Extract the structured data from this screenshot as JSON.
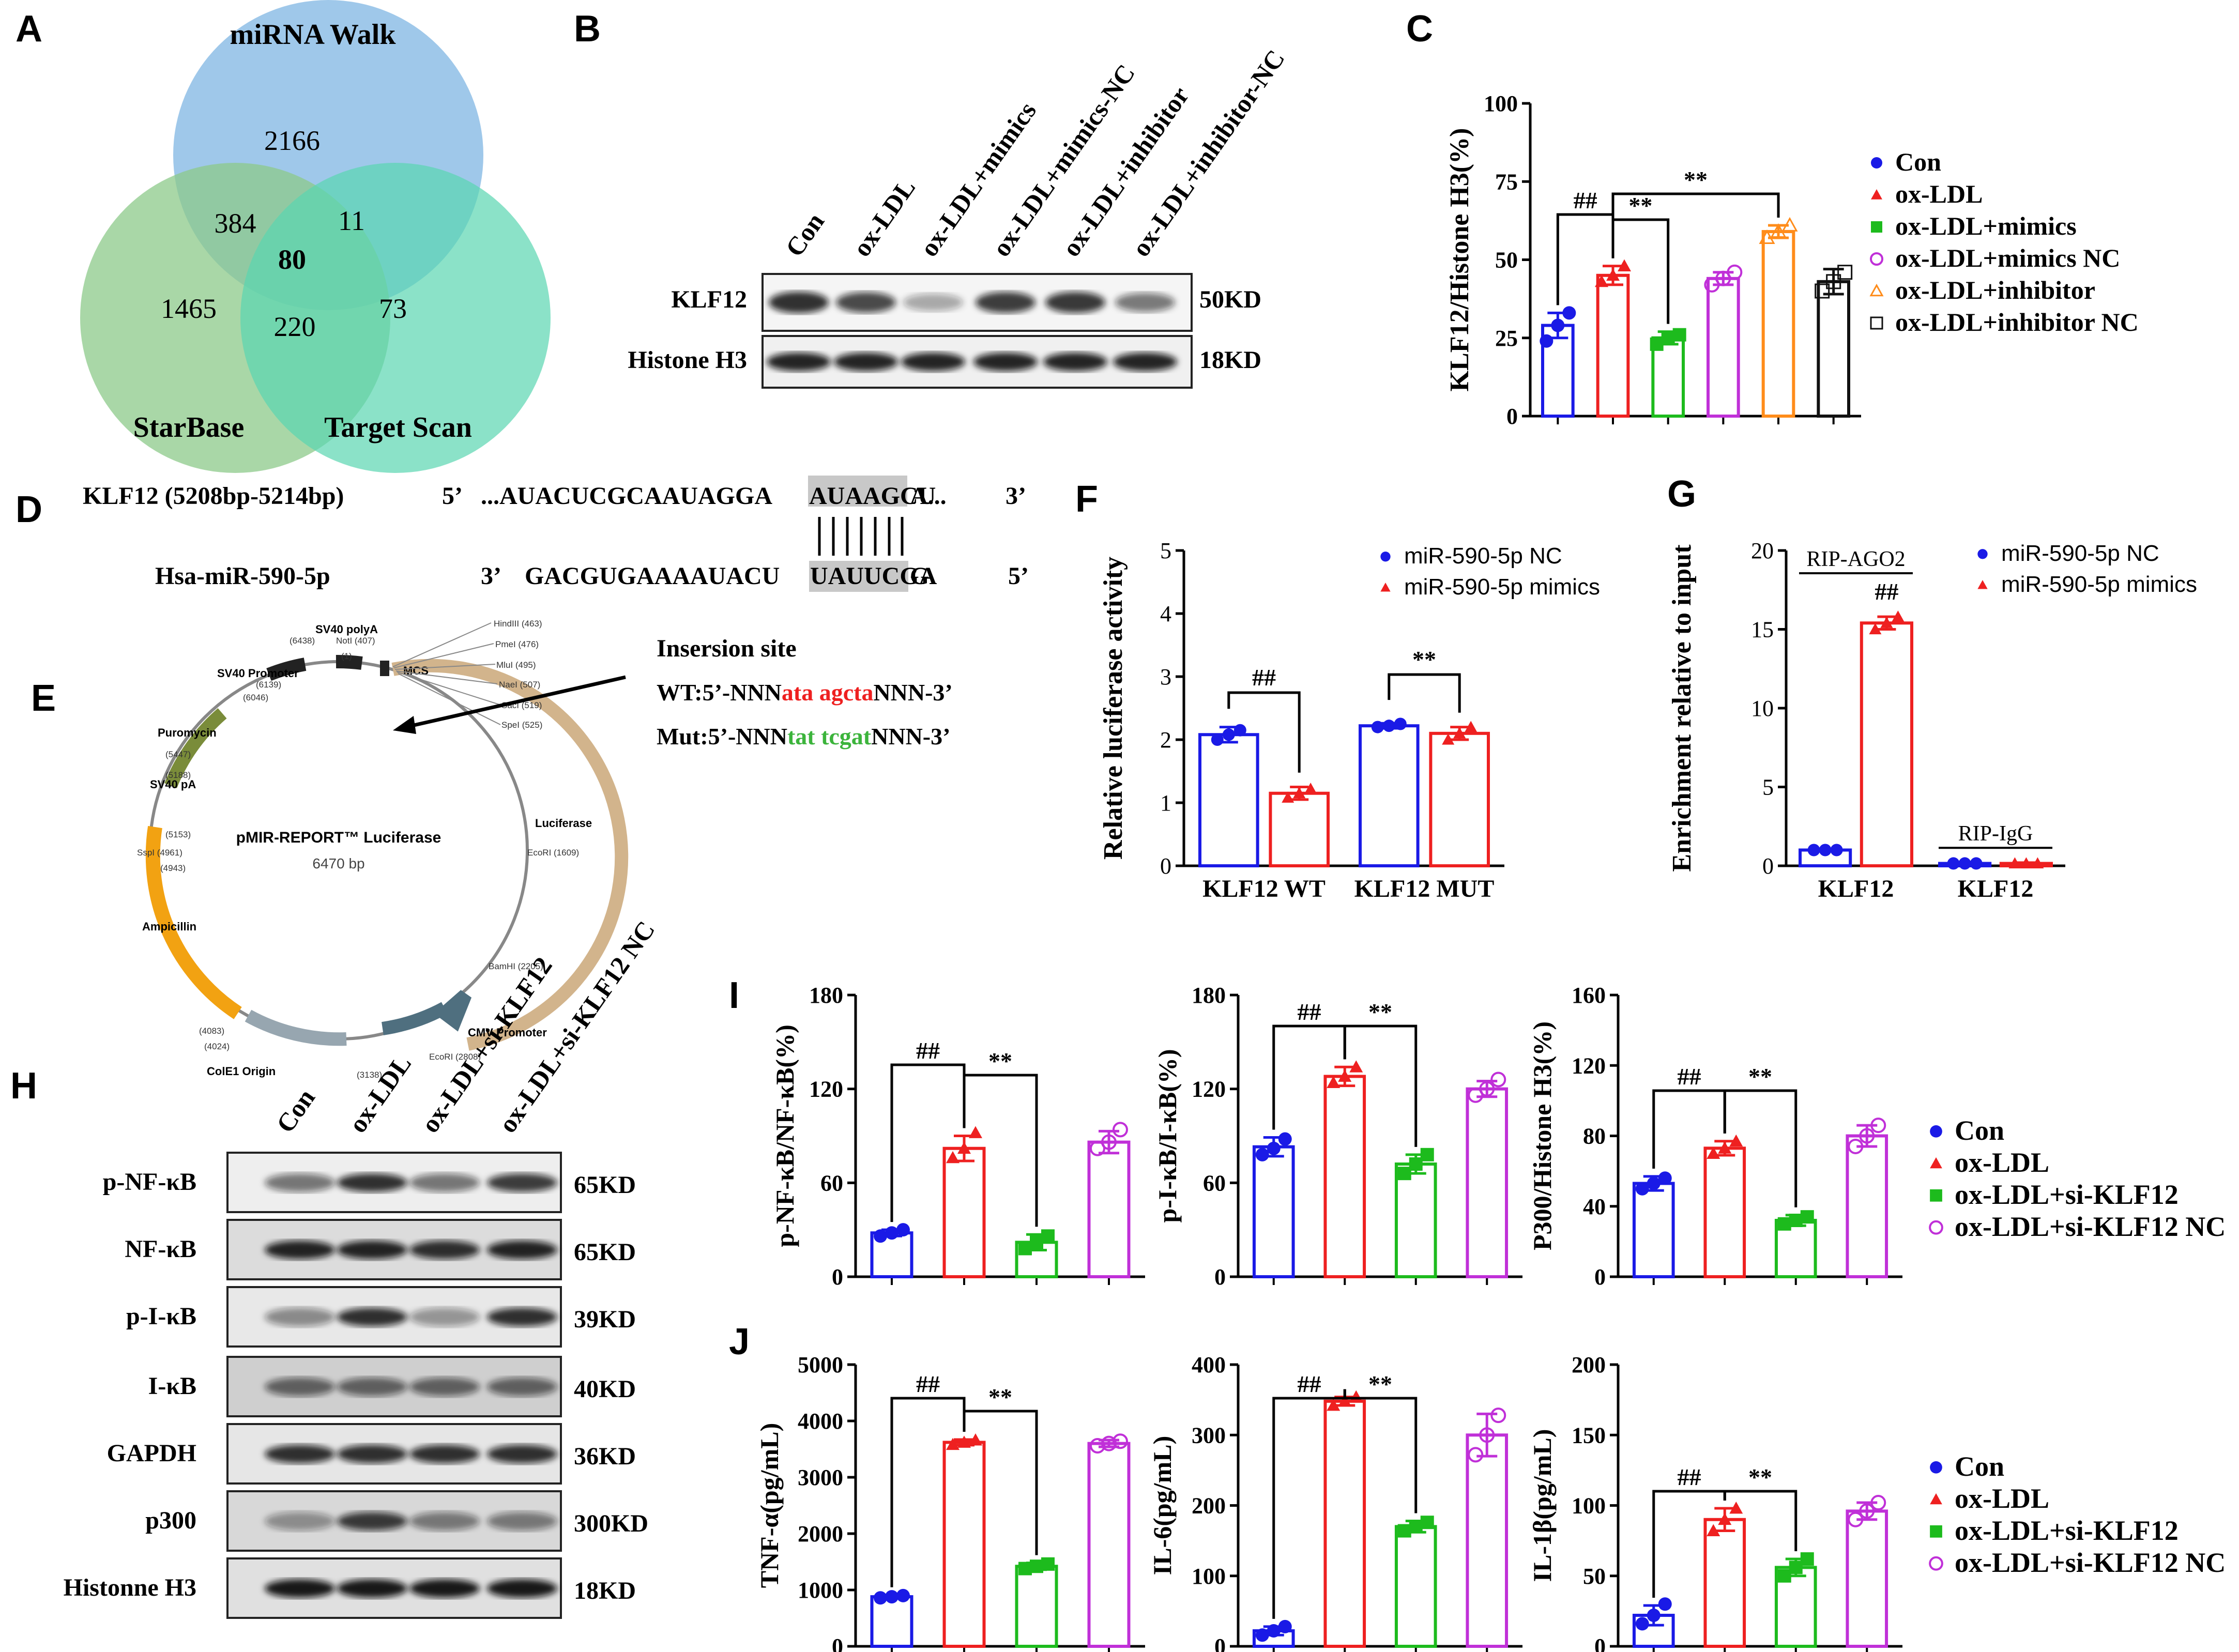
{
  "panels": {
    "A": "A",
    "B": "B",
    "C": "C",
    "D": "D",
    "E": "E",
    "F": "F",
    "G": "G",
    "H": "H",
    "I": "I",
    "J": "J"
  },
  "colors": {
    "con": "#1a1ae6",
    "oxldl": "#ee2020",
    "mimics": "#1dbb1d",
    "mimicsnc": "#c030d8",
    "inhibitor": "#ff8c1a",
    "inhibitornc": "#111111",
    "venn_blue": "#7fb6e3",
    "venn_green": "#8cc98a",
    "venn_teal": "#5ad6b0",
    "ampicillin": "#f2a212",
    "luciferase": "#d2b48c",
    "puromycin": "#7a8c3a",
    "cmv": "#4f6f7f",
    "colE1": "#97a6b0"
  },
  "venn": {
    "labels": {
      "a": "miRNA Walk",
      "b": "StarBase",
      "c": "Target Scan"
    },
    "counts": {
      "a_only": "2166",
      "b_only": "1465",
      "c_only": "73",
      "ab": "384",
      "ac": "11",
      "bc": "220",
      "abc": "80"
    }
  },
  "blotB": {
    "lanes": [
      "Con",
      "ox-LDL",
      "ox-LDL+mimics",
      "ox-LDL+mimics-NC",
      "ox-LDL+inhibitor",
      "ox-LDL+inhibitor-NC"
    ],
    "rows": [
      {
        "label": "KLF12",
        "size": "50KD"
      },
      {
        "label": "Histone H3",
        "size": "18KD"
      }
    ],
    "klf12_intensity": [
      0.85,
      0.75,
      0.35,
      0.8,
      0.82,
      0.55
    ]
  },
  "chart_data": [
    {
      "id": "C",
      "type": "bar",
      "ylabel": "KLF12/Histone H3(%)",
      "ylim": [
        0,
        100
      ],
      "yticks": [
        0,
        25,
        50,
        75,
        100
      ],
      "categories": [
        "Con",
        "ox-LDL",
        "ox-LDL+mimics",
        "ox-LDL+mimics NC",
        "ox-LDL+inhibitor",
        "ox-LDL+inhibitor NC"
      ],
      "values": [
        29,
        45,
        25,
        44,
        59,
        43
      ],
      "errors": [
        4,
        3,
        2,
        2,
        2,
        4
      ],
      "points": [
        [
          24,
          29,
          33
        ],
        [
          43,
          45,
          48
        ],
        [
          23,
          25,
          26
        ],
        [
          42,
          44,
          46
        ],
        [
          57,
          59,
          61
        ],
        [
          40,
          43,
          46
        ]
      ],
      "annotations": [
        {
          "text": "##",
          "from": 0,
          "to": 1
        },
        {
          "text": "**",
          "from": 1,
          "to": 2
        },
        {
          "text": "**",
          "from": 1,
          "to": 4
        }
      ]
    },
    {
      "id": "F",
      "type": "bar",
      "ylabel": "Relative luciferase activity",
      "ylim": [
        0,
        5
      ],
      "yticks": [
        0,
        1,
        2,
        3,
        4,
        5
      ],
      "groups": [
        "KLF12 WT",
        "KLF12 MUT"
      ],
      "series": [
        {
          "name": "miR-590-5p NC",
          "values": [
            2.08,
            2.22
          ],
          "errors": [
            0.12,
            0.04
          ],
          "points": [
            [
              2.0,
              2.08,
              2.15
            ],
            [
              2.2,
              2.22,
              2.25
            ]
          ]
        },
        {
          "name": "miR-590-5p mimics",
          "values": [
            1.15,
            2.1
          ],
          "errors": [
            0.1,
            0.1
          ],
          "points": [
            [
              1.08,
              1.15,
              1.22
            ],
            [
              2.0,
              2.1,
              2.2
            ]
          ]
        }
      ],
      "annotations": [
        {
          "text": "##",
          "group": 0
        },
        {
          "text": "**",
          "group": 1
        }
      ]
    },
    {
      "id": "G",
      "type": "bar",
      "ylabel": "Enrichment relative to input",
      "ylim": [
        0,
        20
      ],
      "yticks": [
        0,
        5,
        10,
        15,
        20
      ],
      "groups": [
        "KLF12",
        "KLF12"
      ],
      "group_titles": [
        "RIP-AGO2",
        "RIP-IgG"
      ],
      "series": [
        {
          "name": "miR-590-5p NC",
          "values": [
            1.0,
            0.15
          ],
          "points": [
            [
              1.0,
              1.0,
              1.0
            ],
            [
              0.15,
              0.15,
              0.15
            ]
          ]
        },
        {
          "name": "miR-590-5p mimics",
          "values": [
            15.4,
            0.15
          ],
          "errors": [
            0.4,
            0.05
          ],
          "points": [
            [
              15.0,
              15.4,
              15.8
            ],
            [
              0.15,
              0.15,
              0.15
            ]
          ]
        }
      ],
      "annotations": [
        {
          "text": "##",
          "group": 0
        }
      ]
    },
    {
      "id": "I1",
      "type": "bar",
      "ylabel": "p-NF-κB/NF-κB(%)",
      "ylim": [
        0,
        180
      ],
      "yticks": [
        0,
        60,
        120,
        180
      ],
      "categories": [
        "Con",
        "ox-LDL",
        "ox-LDL+si-KLF12",
        "ox-LDL+si-KLF12 NC"
      ],
      "values": [
        28,
        82,
        22,
        86
      ],
      "errors": [
        2,
        8,
        5,
        7
      ],
      "points": [
        [
          26,
          28,
          30
        ],
        [
          76,
          82,
          92
        ],
        [
          18,
          22,
          26
        ],
        [
          82,
          86,
          94
        ]
      ],
      "annotations": [
        {
          "text": "##",
          "from": 0,
          "to": 1
        },
        {
          "text": "**",
          "from": 1,
          "to": 2
        }
      ]
    },
    {
      "id": "I2",
      "type": "bar",
      "ylabel": "p-I-κB/I-κB(%)",
      "ylim": [
        0,
        180
      ],
      "yticks": [
        0,
        60,
        120,
        180
      ],
      "categories": [
        "Con",
        "ox-LDL",
        "ox-LDL+si-KLF12",
        "ox-LDL+si-KLF12 NC"
      ],
      "values": [
        83,
        128,
        72,
        120
      ],
      "errors": [
        6,
        6,
        6,
        5
      ],
      "points": [
        [
          78,
          82,
          88
        ],
        [
          124,
          128,
          134
        ],
        [
          66,
          72,
          78
        ],
        [
          116,
          120,
          126
        ]
      ],
      "annotations": [
        {
          "text": "##",
          "from": 0,
          "to": 1
        },
        {
          "text": "**",
          "from": 1,
          "to": 2
        }
      ]
    },
    {
      "id": "I3",
      "type": "bar",
      "ylabel": "P300/Histone H3(%)",
      "ylim": [
        0,
        160
      ],
      "yticks": [
        0,
        40,
        80,
        120,
        160
      ],
      "categories": [
        "Con",
        "ox-LDL",
        "ox-LDL+si-KLF12",
        "ox-LDL+si-KLF12 NC"
      ],
      "values": [
        53,
        73,
        32,
        80
      ],
      "errors": [
        4,
        4,
        3,
        6
      ],
      "points": [
        [
          50,
          53,
          56
        ],
        [
          70,
          73,
          77
        ],
        [
          30,
          32,
          34
        ],
        [
          74,
          80,
          86
        ]
      ],
      "annotations": [
        {
          "text": "##",
          "from": 0,
          "to": 1
        },
        {
          "text": "**",
          "from": 1,
          "to": 2
        }
      ]
    },
    {
      "id": "J1",
      "type": "bar",
      "ylabel": "TNF-α(pg/mL)",
      "ylim": [
        0,
        5000
      ],
      "yticks": [
        0,
        1000,
        2000,
        3000,
        4000,
        5000
      ],
      "categories": [
        "Con",
        "ox-LDL",
        "ox-LDL+si-KLF12",
        "ox-LDL+si-KLF12 NC"
      ],
      "values": [
        880,
        3620,
        1420,
        3600
      ],
      "errors": [
        30,
        50,
        60,
        60
      ],
      "points": [
        [
          860,
          880,
          900
        ],
        [
          3580,
          3620,
          3660
        ],
        [
          1380,
          1420,
          1460
        ],
        [
          3560,
          3600,
          3640
        ]
      ],
      "annotations": [
        {
          "text": "##",
          "from": 0,
          "to": 1
        },
        {
          "text": "**",
          "from": 1,
          "to": 2
        }
      ]
    },
    {
      "id": "J2",
      "type": "bar",
      "ylabel": "IL-6(pg/mL)",
      "ylim": [
        0,
        400
      ],
      "yticks": [
        0,
        100,
        200,
        300,
        400
      ],
      "categories": [
        "Con",
        "ox-LDL",
        "ox-LDL+si-KLF12",
        "ox-LDL+si-KLF12 NC"
      ],
      "values": [
        22,
        348,
        170,
        300
      ],
      "errors": [
        6,
        6,
        8,
        30
      ],
      "points": [
        [
          16,
          22,
          28
        ],
        [
          342,
          348,
          354
        ],
        [
          164,
          170,
          176
        ],
        [
          272,
          300,
          328
        ]
      ],
      "annotations": [
        {
          "text": "##",
          "from": 0,
          "to": 1
        },
        {
          "text": "**",
          "from": 1,
          "to": 2
        }
      ]
    },
    {
      "id": "J3",
      "type": "bar",
      "ylabel": "IL-1β(pg/mL)",
      "ylim": [
        0,
        200
      ],
      "yticks": [
        0,
        50,
        100,
        150,
        200
      ],
      "categories": [
        "Con",
        "ox-LDL",
        "ox-LDL+si-KLF12",
        "ox-LDL+si-KLF12 NC"
      ],
      "values": [
        22,
        90,
        56,
        96
      ],
      "errors": [
        7,
        8,
        6,
        6
      ],
      "points": [
        [
          16,
          22,
          30
        ],
        [
          82,
          90,
          98
        ],
        [
          50,
          56,
          62
        ],
        [
          90,
          96,
          102
        ]
      ],
      "annotations": [
        {
          "text": "##",
          "from": 0,
          "to": 1
        },
        {
          "text": "**",
          "from": 1,
          "to": 2
        }
      ]
    }
  ],
  "legends": {
    "C": [
      "Con",
      "ox-LDL",
      "ox-LDL+mimics",
      "ox-LDL+mimics NC",
      "ox-LDL+inhibitor",
      "ox-LDL+inhibitor NC"
    ],
    "FG": [
      "miR-590-5p NC",
      "miR-590-5p mimics"
    ],
    "IJ": [
      "Con",
      "ox-LDL",
      "ox-LDL+si-KLF12",
      "ox-LDL+si-KLF12 NC"
    ]
  },
  "seqD": {
    "row1_label": "KLF12  (5208bp-5214bp)",
    "row1_p5": "5’",
    "row1_pre": "...AUACUCGCAAUAGGA",
    "row1_hl": "AUAAGCU",
    "row1_post": "A...",
    "row1_p3": "3’",
    "row2_label": "Hsa-miR-590-5p",
    "row2_p3": "3’",
    "row2_pre": "GACGUGAAAAUACU",
    "row2_hl": "UAUUCGA",
    "row2_post": "G",
    "row2_p5": "5’"
  },
  "plasmid": {
    "name": "pMIR-REPORT™ Luciferase",
    "size": "6470 bp",
    "features": [
      "SV40 polyA",
      "MCS",
      "SV40 Promoter",
      "Puromycin",
      "SV40 pA",
      "Ampicillin",
      "ColE1 Origin",
      "CMV Promoter",
      "Luciferase"
    ],
    "sites": [
      "HindIII (463)",
      "PmeI (476)",
      "MluI (495)",
      "NaeI (507)",
      "SacI (519)",
      "SpeI (525)",
      "EcoRI (1609)",
      "BamHI (2205)",
      "EcoRI (2808)",
      "(3138)",
      "(4024)",
      "(4083)",
      "(4943)",
      "SspI (4961)",
      "(5153)",
      "(5188)",
      "(5447)",
      "(6046)",
      "(6139)",
      "(6438)",
      "NotI (407)",
      "(1)"
    ],
    "insertion_title": "Insersion site",
    "wt_prefix": "WT:5’-NNN",
    "wt_hl": "ata agcta",
    "wt_suffix": "NNN-3’",
    "mut_prefix": "Mut:5’-NNN",
    "mut_hl": "tat tcgat",
    "mut_suffix": "NNN-3’"
  },
  "blotH": {
    "lanes": [
      "Con",
      "ox-LDL",
      "ox-LDL+si-KLF12",
      "ox-LDL+si-KLF12 NC"
    ],
    "rows": [
      {
        "label": "p-NF-κB",
        "size": "65KD"
      },
      {
        "label": "NF-κB",
        "size": "65KD"
      },
      {
        "label": "p-I-κB",
        "size": "39KD"
      },
      {
        "label": "I-κB",
        "size": "40KD"
      },
      {
        "label": "GAPDH",
        "size": "36KD"
      },
      {
        "label": "p300",
        "size": "300KD"
      },
      {
        "label": "Histonne H3",
        "size": "18KD"
      }
    ]
  }
}
